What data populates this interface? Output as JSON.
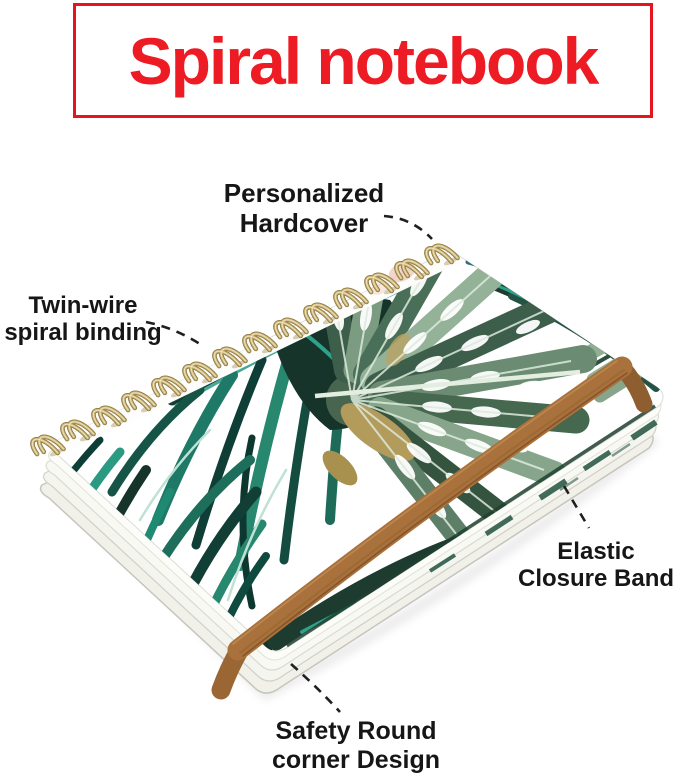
{
  "image_type": "annotated product photo",
  "title": {
    "text": "Spiral notebook",
    "color": "#ed1b23"
  },
  "callouts": {
    "hardcover": {
      "line1": "Personalized",
      "line2": "Hardcover"
    },
    "spiral_binding": {
      "line1": "Twin-wire",
      "line2": "spiral binding"
    },
    "elastic_band": {
      "line1": "Elastic",
      "line2": "Closure Band"
    },
    "round_corner": {
      "line1": "Safety Round",
      "line2": "corner Design"
    }
  },
  "notebook": {
    "cover_pattern": "tropical monstera and palm leaves on white hardcover",
    "colors": {
      "title_red": "#ed1b23",
      "label_text": "#161616",
      "wire_gold": "#c9b273",
      "band_brown": "#a9713c",
      "leaf_dark_green": "#1d3b2f",
      "leaf_sage": "#7c9c82",
      "leaf_teal": "#2b8f79",
      "leaf_khaki": "#b39b5c",
      "page_white": "#f6f6f1"
    }
  }
}
